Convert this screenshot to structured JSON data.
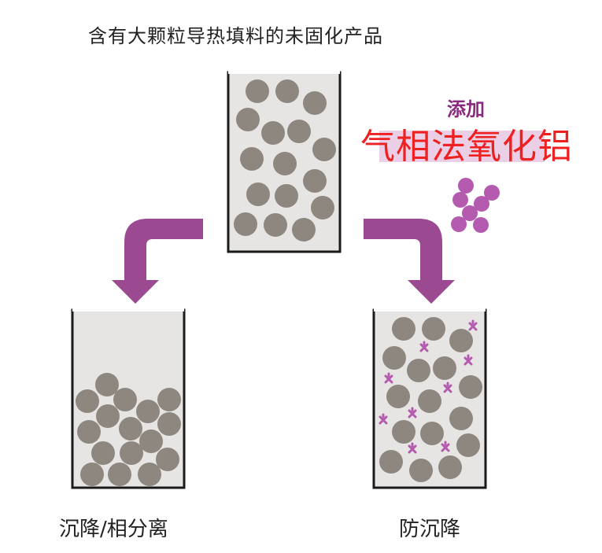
{
  "title": "含有大颗粒导热填料的未固化产品",
  "additive": {
    "verb": "添加",
    "name": "气相法氧化铝"
  },
  "outcomes": {
    "left_caption": "沉降/相分离",
    "right_caption": "防沉降"
  },
  "colors": {
    "container_fill": "#e6e5e4",
    "container_stroke": "#1a1a1a",
    "particle": "#8e8780",
    "arrow": "#9b4a92",
    "alumina": "#b45bb0",
    "additive_label": "#8a2a7e",
    "product_label": "#ee2020"
  }
}
